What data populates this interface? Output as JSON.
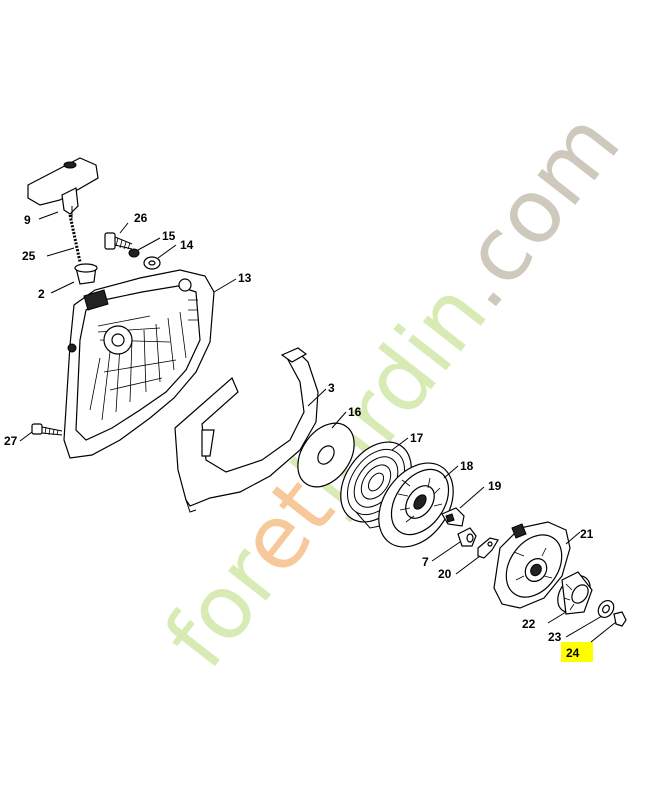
{
  "watermark": {
    "part1": "for",
    "part2": "et",
    "part3": "jardin",
    "part4": ".com",
    "colors": {
      "green": "#d8ebb4",
      "orange": "#f6c89a",
      "grey": "#cfc9bd"
    }
  },
  "highlight_color": "#ffff00",
  "callouts": [
    "9",
    "26",
    "15",
    "14",
    "25",
    "2",
    "13",
    "3",
    "27",
    "16",
    "17",
    "18",
    "19",
    "7",
    "20",
    "21",
    "22",
    "23",
    "24"
  ]
}
